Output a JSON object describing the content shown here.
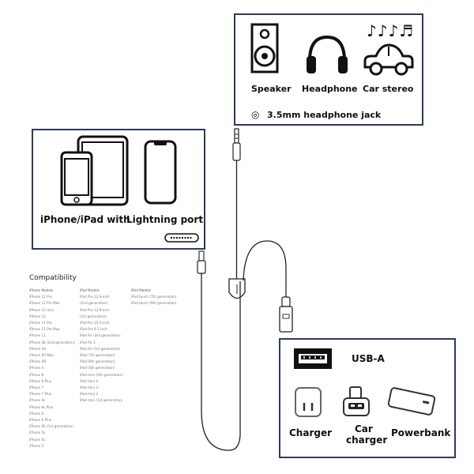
{
  "output_box": {
    "speaker": "Speaker",
    "headphone": "Headphone",
    "car_stereo": "Car stereo",
    "jack_title": "3.5mm headphone jack",
    "jack_symbol": "◎",
    "notes": "♪♪♪♬"
  },
  "device_box": {
    "label_left": "iPhone/iPad with",
    "label_right": "Lightning port"
  },
  "power_box": {
    "usb_label": "USB-A",
    "charger": "Charger",
    "car_charger_line1": "Car",
    "car_charger_line2": "charger",
    "powerbank": "Powerbank"
  },
  "compatibility": {
    "title": "Compatibility",
    "iphone_header": "iPhone Models",
    "iphone_models": [
      "iPhone 12 Pro",
      "iPhone 12 Pro Max",
      "iPhone 12 mini",
      "iPhone 12",
      "iPhone 11 Pro",
      "iPhone 11 Pro Max",
      "iPhone 11",
      "iPhone SE (2nd generation)",
      "iPhone XS",
      "iPhone XS Max",
      "iPhone XR",
      "iPhone X",
      "iPhone 8",
      "iPhone 8 Plus",
      "iPhone 7",
      "iPhone 7 Plus",
      "iPhone 6s",
      "iPhone 6s Plus",
      "iPhone 6",
      "iPhone 6 Plus",
      "iPhone SE (1st generation)",
      "iPhone 5s",
      "iPhone 5c",
      "iPhone 5"
    ],
    "ipad_header": "iPad Models",
    "ipad_models": [
      "iPad Pro 12.9-inch",
      "(2nd generation)",
      "iPad Pro 12.9-inch",
      "(1st generation)",
      "iPad Pro 10.5-inch",
      "iPad Pro 9.7-inch",
      "iPad Air (3rd generation)",
      "iPad Air 2",
      "iPad Air (1st generation)",
      "iPad (7th generation)",
      "iPad (6th generation)",
      "iPad (5th generation)",
      "iPad mini (5th generation)",
      "iPad mini 4",
      "iPad mini 3",
      "iPad mini 2",
      "iPad mini (1st generation)"
    ],
    "ipod_header": "iPod Models",
    "ipod_models": [
      "iPod touch (7th generation)",
      "iPod touch (6th generation)"
    ]
  }
}
